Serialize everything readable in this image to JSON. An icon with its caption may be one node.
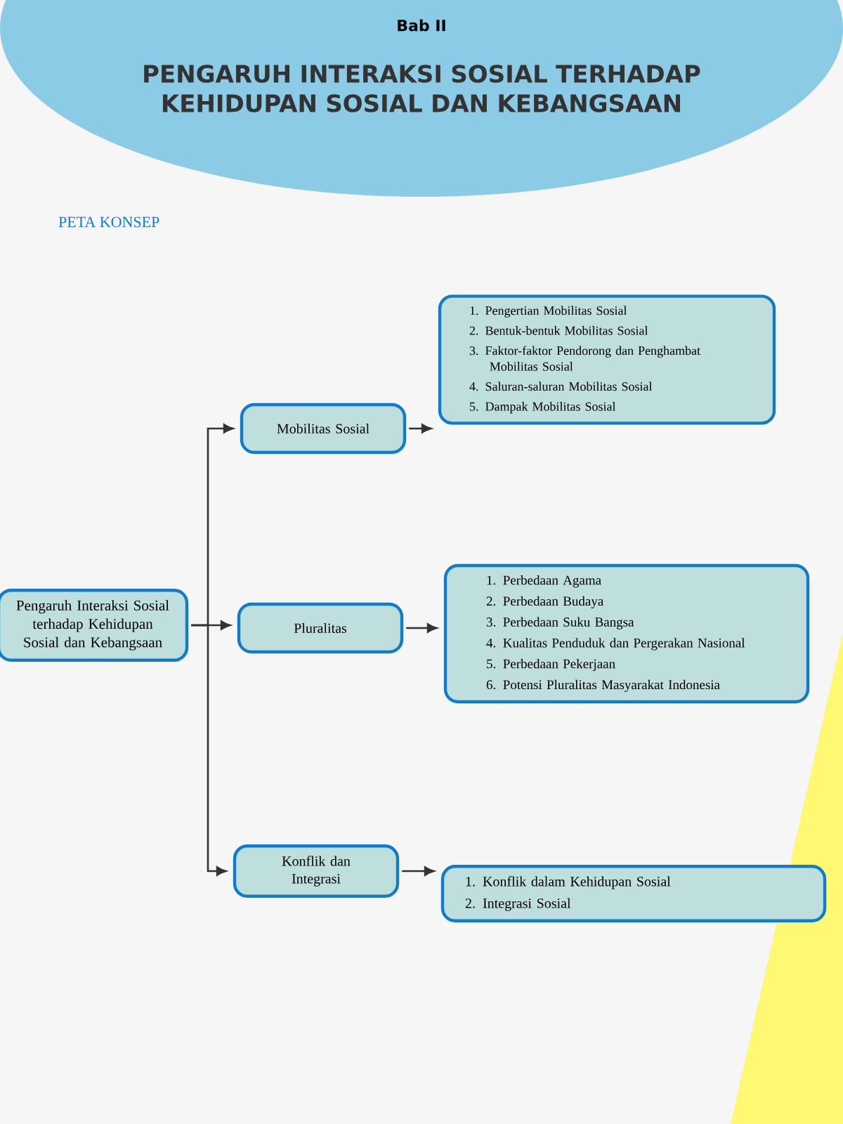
{
  "diagram": {
    "title": "PENGARUH INTERAKSI SOSIAL TERHADAP KEHIDUPAN SOSIAL DAN KEBANGSAAN",
    "nodes": [
      {
        "text": [
          "Pengaruh Interaksi Sosial terhadap Kehidupan Sosial dan Kebangsaan"
        ]
      },
      {
        "text": [
          "Mobilitas Sosial"
        ]
      },
      {
        "text": [
          "1. Pengertian Mobilitas Sosial",
          "2. Bentuk-bentuk Mobilitas Sosial",
          "3. Faktor-faktor Pendorong dan Penghambat Mobilitas Sosial",
          "4. Saluran-saluran Mobilitas Sosial",
          "5. Dampak Mobilitas Sosial"
        ]
      },
      {
        "text": [
          "Pluralitas"
        ]
      },
      {
        "text": [
          "1. Perbedaan Agama",
          "2. Perbedaan Budaya",
          "3. Perbedaan Suku Bangsa",
          "4. Kualitas Penduduk dan Pergerakan Nasional",
          "5. Perbedaan Pekerjaan",
          "6. Potensi Pluralitas Masyarakat Indonesia"
        ]
      },
      {
        "text": [
          "Konflik dan Integrasi"
        ]
      },
      {
        "text": [
          "1. Konflik dalam Kehidupan Sosial",
          "2. Integrasi Sosial"
        ]
      }
    ],
    "edges": [
      {
        "from": 0,
        "to": 1,
        "arrow": "to"
      },
      {
        "from": 0,
        "to": 3,
        "arrow": "to"
      },
      {
        "from": 0,
        "to": 5,
        "arrow": "to"
      },
      {
        "from": 1,
        "to": 2,
        "arrow": "to"
      },
      {
        "from": 3,
        "to": 4,
        "arrow": "to"
      },
      {
        "from": 5,
        "to": 6,
        "arrow": "to"
      }
    ],
    "labels": [
      "Bab II",
      "PETA KONSEP"
    ]
  }
}
